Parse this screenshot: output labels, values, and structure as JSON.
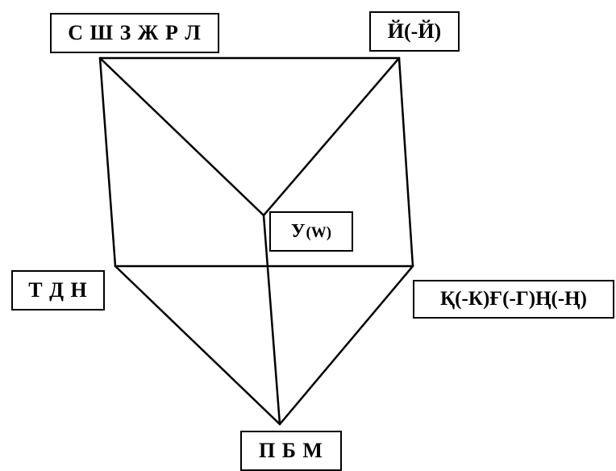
{
  "nodes": {
    "top_left": "С Ш З Ж Р Л",
    "top_right": "Й(-Й)",
    "center_main": "У",
    "center_sub": "(W)",
    "mid_left": "Т Д Н",
    "mid_right": "Қ(-К)Ғ(-Г)Ң(-Ң)",
    "bottom": "П Б М"
  },
  "colors": {
    "line": "#000000",
    "background": "#ffffff"
  }
}
